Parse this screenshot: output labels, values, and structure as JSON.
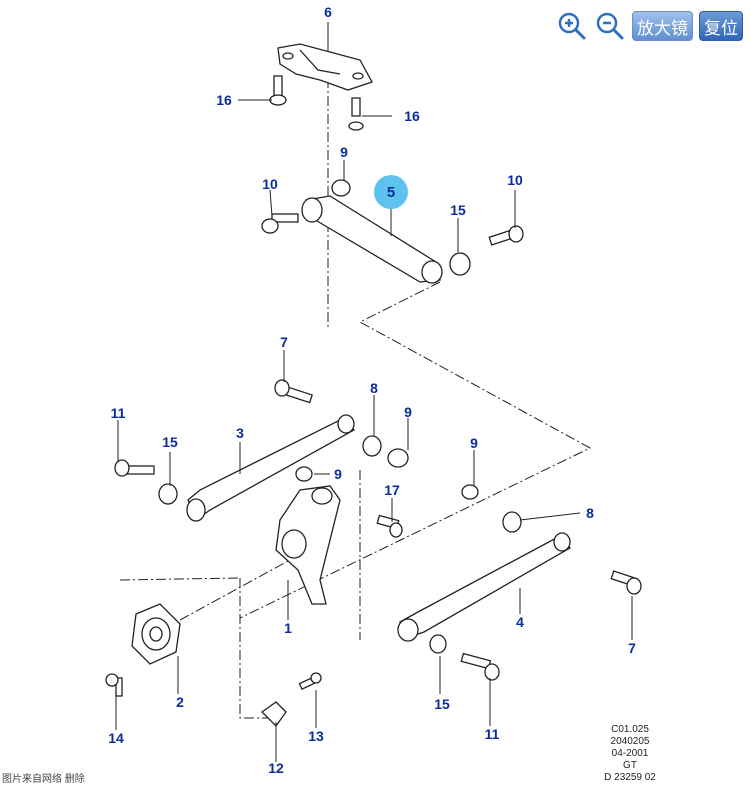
{
  "toolbar": {
    "zoom_in_icon": "zoom-in-icon",
    "zoom_out_icon": "zoom-out-icon",
    "magnify_label": "放大镜",
    "reset_label": "复位"
  },
  "callouts": {
    "c6": "6",
    "c16a": "16",
    "c16b": "16",
    "c9a": "9",
    "c10a": "10",
    "c5": "5",
    "c15a": "15",
    "c10b": "10",
    "c7a": "7",
    "c8a": "8",
    "c9b": "9",
    "c11a": "11",
    "c3": "3",
    "c15b": "15",
    "c9c": "9",
    "c9d": "9",
    "c17": "17",
    "c8b": "8",
    "c1": "1",
    "c4": "4",
    "c7b": "7",
    "c2": "2",
    "c14": "14",
    "c15c": "15",
    "c11b": "11",
    "c13": "13",
    "c12": "12"
  },
  "drawing_codes": [
    "C01.025",
    "2040205",
    "04-2001",
    "GT",
    "D 23259 02"
  ],
  "credit": "图片来自网络 删除",
  "colors": {
    "callout_text": "#0a2c9c",
    "callout_highlight": "#5dc3ee",
    "part_stroke": "#222222"
  }
}
